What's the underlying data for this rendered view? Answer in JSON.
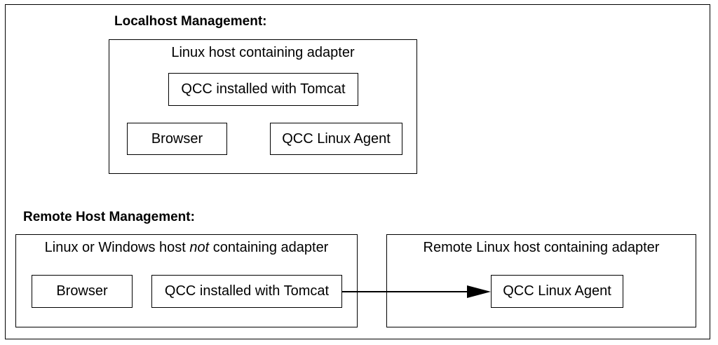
{
  "localhost": {
    "heading": "Localhost Management:",
    "container_label": "Linux host containing adapter",
    "qcc_tomcat": "QCC installed with Tomcat",
    "browser": "Browser",
    "agent": "QCC Linux Agent"
  },
  "remote": {
    "heading": "Remote Host Management:",
    "left_label_before": "Linux or Windows host ",
    "left_label_emph": "not",
    "left_label_after": " containing adapter",
    "browser": "Browser",
    "qcc_tomcat": "QCC installed with Tomcat",
    "right_label": "Remote Linux host containing adapter",
    "agent": "QCC Linux Agent"
  }
}
